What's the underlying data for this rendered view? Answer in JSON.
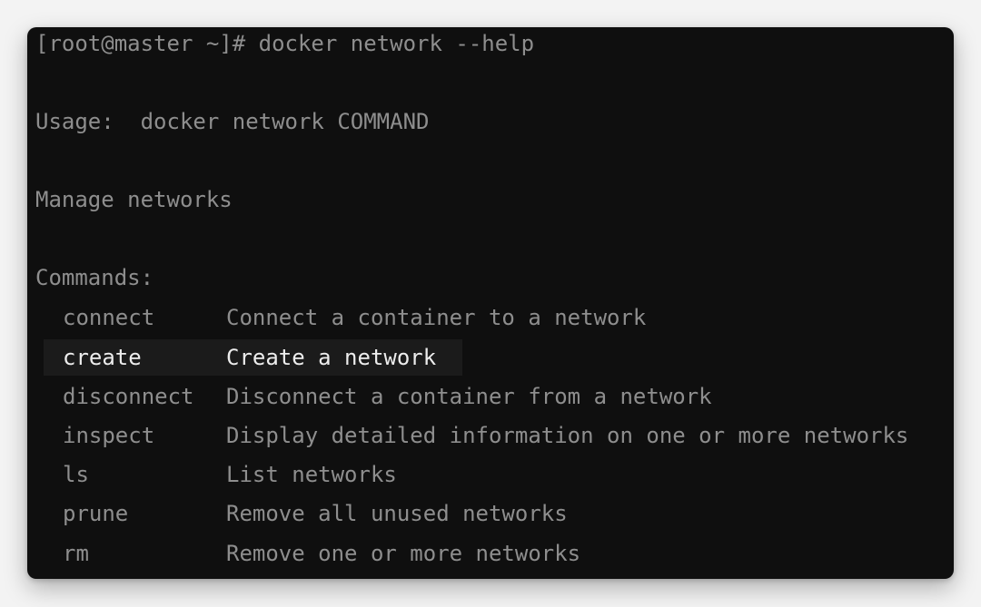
{
  "terminal": {
    "prompt_line": "[root@master ~]# docker network --help",
    "usage_line": "Usage:  docker network COMMAND",
    "description": "Manage networks",
    "commands_header": "Commands:",
    "commands": [
      {
        "name": "connect",
        "description": "Connect a container to a network"
      },
      {
        "name": "create",
        "description": "Create a network"
      },
      {
        "name": "disconnect",
        "description": "Disconnect a container from a network"
      },
      {
        "name": "inspect",
        "description": "Display detailed information on one or more networks"
      },
      {
        "name": "ls",
        "description": "List networks"
      },
      {
        "name": "prune",
        "description": "Remove all unused networks"
      },
      {
        "name": "rm",
        "description": "Remove one or more networks"
      }
    ],
    "selected_command": "create"
  },
  "colors": {
    "background": "#0f0f0f",
    "text": "#8e8e8e",
    "highlight_text": "#ededed",
    "highlight_bg": "#1b1b1b"
  }
}
